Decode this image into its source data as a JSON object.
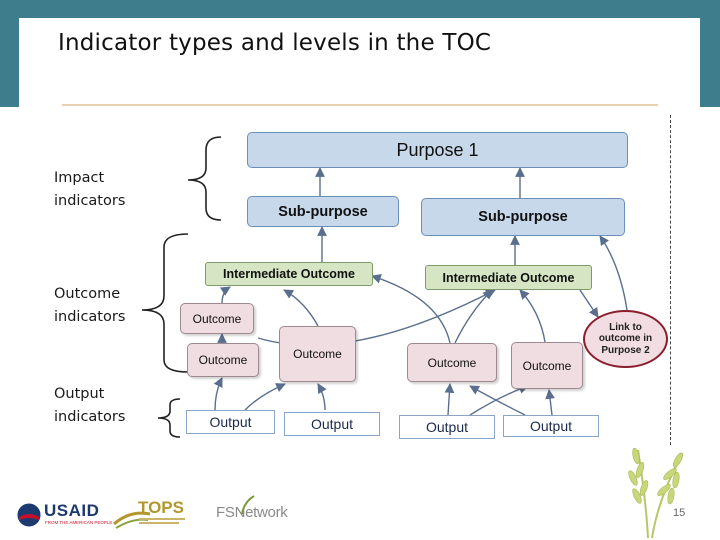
{
  "title": "Indicator types and levels in the TOC",
  "indicator_types": {
    "impact": [
      "Impact",
      "indicators"
    ],
    "outcome": [
      "Outcome",
      "indicators"
    ],
    "output": [
      "Output",
      "indicators"
    ]
  },
  "boxes": {
    "purpose": "Purpose 1",
    "sub_purpose_1": "Sub-purpose",
    "sub_purpose_2": "Sub-purpose",
    "intermediate_1": "Intermediate Outcome",
    "intermediate_2": "Intermediate Outcome",
    "outcome_1": "Outcome",
    "outcome_2": "Outcome",
    "outcome_3": "Outcome",
    "outcome_4": "Outcome",
    "outcome_5": "Outcome",
    "output_1": "Output",
    "output_2": "Output",
    "output_3": "Output",
    "output_4": "Output",
    "link": "Link to\noutcome in\nPurpose 2"
  },
  "logos": {
    "usaid": "USAID",
    "usaid_tagline": "FROM THE AMERICAN PEOPLE",
    "tops": "TOPS",
    "fsn": "FSNetwork"
  },
  "page_number": "15"
}
